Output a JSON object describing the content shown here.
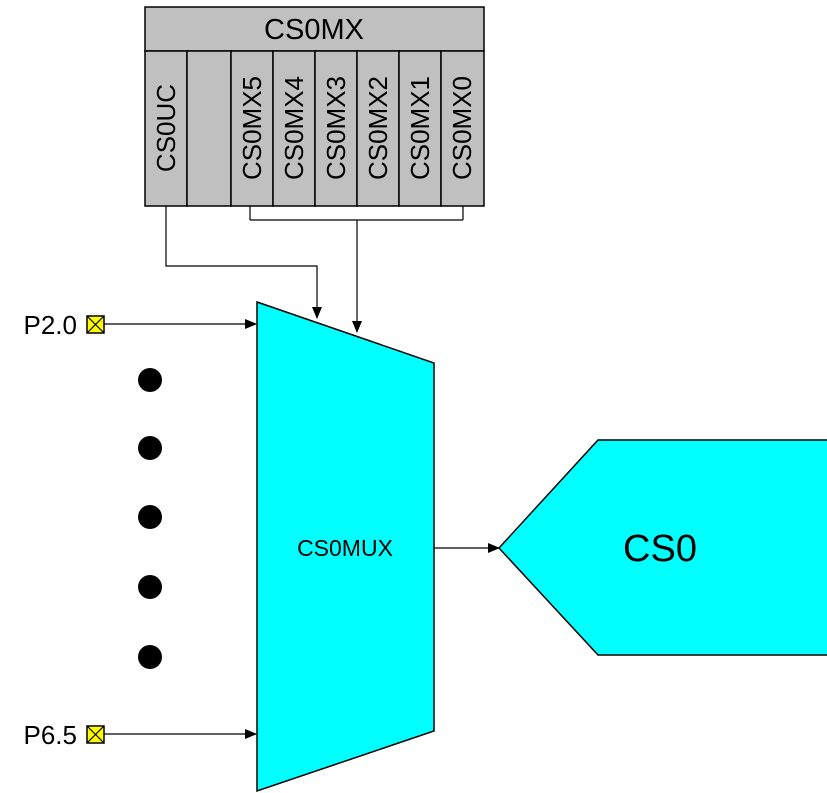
{
  "register": {
    "name": "CS0MX",
    "bits": [
      "CS0UC",
      "",
      "CS0MX5",
      "CS0MX4",
      "CS0MX3",
      "CS0MX2",
      "CS0MX1",
      "CS0MX0"
    ]
  },
  "pins": {
    "top": "P2.0",
    "bottom": "P6.5",
    "ellipsis_count": 5
  },
  "mux": {
    "label": "CS0MUX"
  },
  "output": {
    "label": "CS0"
  },
  "colors": {
    "register_fill": "#c0c0c0",
    "mux_fill": "#00ffff",
    "pin_fill": "#ffff00"
  }
}
